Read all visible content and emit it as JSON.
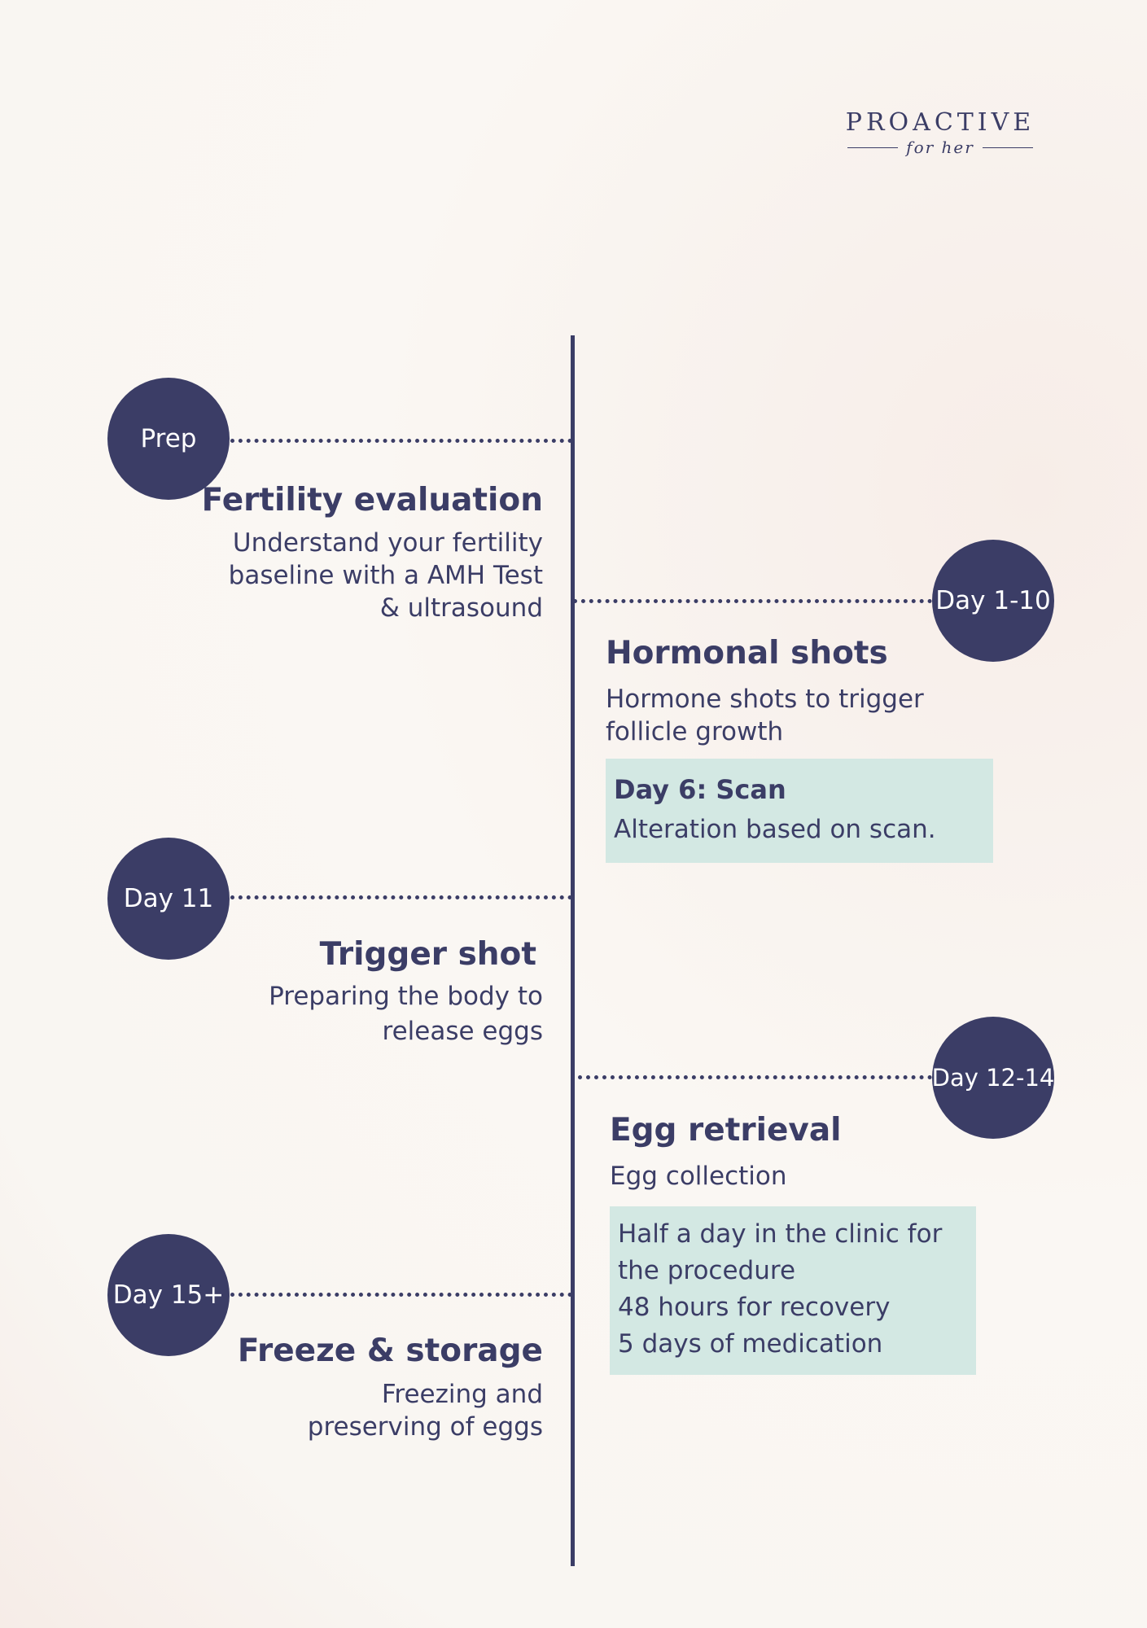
{
  "logo": {
    "name": "PROACTIVE",
    "tagline": "for her"
  },
  "steps": [
    {
      "marker": "Prep",
      "title": "Fertility evaluation",
      "lines": [
        "Understand your fertility",
        "baseline with a AMH Test",
        "& ultrasound"
      ]
    },
    {
      "marker": "Day 1-10",
      "title": "Hormonal shots",
      "lines": [
        "Hormone shots to trigger",
        "follicle growth"
      ],
      "note": {
        "title": "Day 6: Scan",
        "text": "Alteration based on scan."
      }
    },
    {
      "marker": "Day 11",
      "title": "Trigger shot",
      "lines": [
        "Preparing the body to",
        "release eggs"
      ]
    },
    {
      "marker": "Day 12-14",
      "title": "Egg retrieval",
      "lines": [
        "Egg collection"
      ],
      "note": {
        "lines": [
          "Half a day in the clinic for",
          "the procedure",
          "48 hours for recovery",
          "5 days of medication"
        ]
      }
    },
    {
      "marker": "Day 15+",
      "title": "Freeze & storage",
      "lines": [
        "Freezing and",
        "preserving of eggs"
      ]
    }
  ]
}
